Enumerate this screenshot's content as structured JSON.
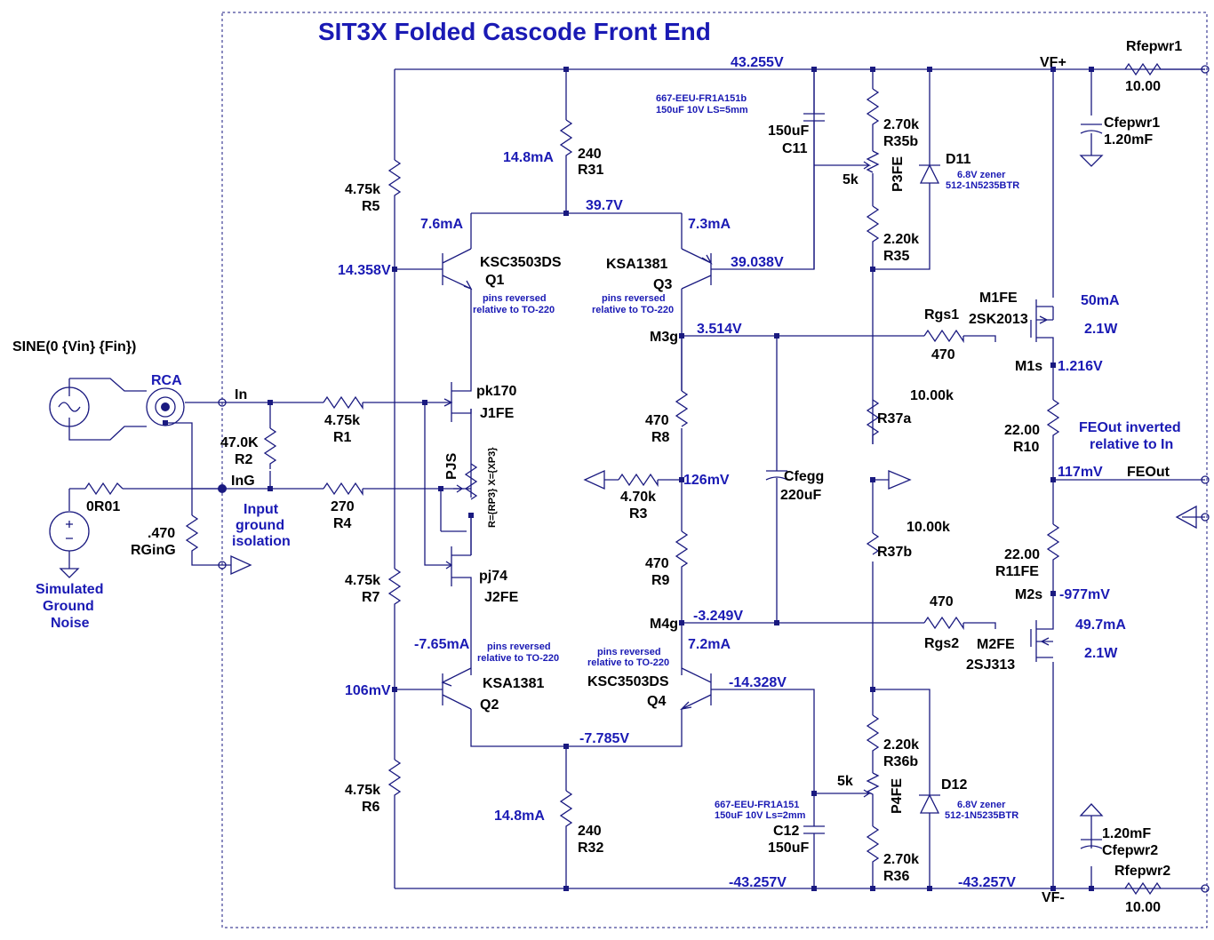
{
  "title": "SIT3X Folded Cascode Front End",
  "source": {
    "spec": "SINE(0 {Vin} {Fin})",
    "rca": "RCA",
    "noise_label": [
      "Simulated",
      "Ground",
      "Noise"
    ]
  },
  "components": {
    "R1": {
      "name": "R1",
      "value": "4.75k"
    },
    "R2": {
      "name": "R2",
      "value": "47.0K"
    },
    "R3": {
      "name": "R3",
      "value": "4.70k"
    },
    "R4": {
      "name": "R4",
      "value": "270"
    },
    "R5": {
      "name": "R5",
      "value": "4.75k"
    },
    "R6": {
      "name": "R6",
      "value": "4.75k"
    },
    "R7": {
      "name": "R7",
      "value": "4.75k"
    },
    "R8": {
      "name": "R8",
      "value": "470"
    },
    "R9": {
      "name": "R9",
      "value": "470"
    },
    "R10": {
      "name": "R10",
      "value": "22.00"
    },
    "R11FE": {
      "name": "R11FE",
      "value": "22.00"
    },
    "R31": {
      "name": "R31",
      "value": "240"
    },
    "R32": {
      "name": "R32",
      "value": "240"
    },
    "R35": {
      "name": "R35",
      "value": "2.20k"
    },
    "R35b": {
      "name": "R35b",
      "value": "2.70k"
    },
    "R36": {
      "name": "R36",
      "value": "2.70k"
    },
    "R36b": {
      "name": "R36b",
      "value": "2.20k"
    },
    "R37a": {
      "name": "R37a",
      "value": "10.00k"
    },
    "R37b": {
      "name": "R37b",
      "value": "10.00k"
    },
    "Rgs1": {
      "name": "Rgs1",
      "value": "470"
    },
    "Rgs2": {
      "name": "Rgs2",
      "value": "470"
    },
    "RGinG": {
      "name": "RGinG",
      "value": ".470"
    },
    "R0R01": {
      "name": "0R01"
    },
    "Rfepwr1": {
      "name": "Rfepwr1",
      "value": "10.00"
    },
    "Rfepwr2": {
      "name": "Rfepwr2",
      "value": "10.00"
    },
    "C11": {
      "name": "C11",
      "value": "150uF",
      "note1": "667-EEU-FR1A151b",
      "note2": "150uF 10V LS=5mm"
    },
    "C12": {
      "name": "C12",
      "value": "150uF",
      "note1": "667-EEU-FR1A151",
      "note2": "150uF 10V Ls=2mm"
    },
    "Cfegg": {
      "name": "Cfegg",
      "value": "220uF"
    },
    "Cfepwr1": {
      "name": "Cfepwr1",
      "value": "1.20mF"
    },
    "Cfepwr2": {
      "name": "Cfepwr2",
      "value": "1.20mF"
    },
    "D11": {
      "name": "D11",
      "note1": "6.8V zener",
      "note2": "512-1N5235BTR"
    },
    "D12": {
      "name": "D12",
      "note1": "6.8V zener",
      "note2": "512-1N5235BTR"
    },
    "P3FE": {
      "name": "P3FE",
      "value": "5k"
    },
    "P4FE": {
      "name": "P4FE",
      "value": "5k"
    },
    "PJS": {
      "name": "PJS",
      "spec": "R={RP3} X={XP3}"
    },
    "Q1": {
      "name": "Q1",
      "part": "KSC3503DS"
    },
    "Q2": {
      "name": "Q2",
      "part": "KSA1381"
    },
    "Q3": {
      "name": "Q3",
      "part": "KSA1381"
    },
    "Q4": {
      "name": "Q4",
      "part": "KSC3503DS"
    },
    "J1FE": {
      "name": "J1FE",
      "part": "pk170"
    },
    "J2FE": {
      "name": "J2FE",
      "part": "pj74"
    },
    "M1FE": {
      "name": "M1FE",
      "part": "2SK2013"
    },
    "M2FE": {
      "name": "M2FE",
      "part": "2SJ313"
    }
  },
  "notes": {
    "pins_reversed": "pins reversed",
    "relative": "relative to TO-220",
    "input_iso": [
      "Input",
      "ground",
      "isolation"
    ],
    "feout_inv": [
      "FEOut inverted",
      "relative to In"
    ]
  },
  "nets": {
    "In": "In",
    "InG": "InG",
    "M3g": "M3g",
    "M4g": "M4g",
    "M1s": "M1s",
    "M2s": "M2s",
    "FEOut": "FEOut",
    "VFp": "VF+",
    "VFm": "VF-"
  },
  "voltages": {
    "top_rail": "43.255V",
    "bot_rail_left": "-43.257V",
    "bot_rail_right": "-43.257V",
    "q1_base": "14.358V",
    "q_top_emit": "39.7V",
    "q3_coll": "39.038V",
    "m3g": "3.514V",
    "mid": "126mV",
    "m4g": "-3.249V",
    "q2_base": "106mV",
    "q4_coll": "-14.328V",
    "q_bot_emit": "-7.785V",
    "m1s": "1.216V",
    "feout": "117mV",
    "m2s": "-977mV"
  },
  "currents": {
    "r31": "14.8mA",
    "q1": "7.6mA",
    "q3": "7.3mA",
    "q2": "-7.65mA",
    "q4": "7.2mA",
    "r32": "14.8mA",
    "m1": "50mA",
    "m1_pwr": "2.1W",
    "m2": "49.7mA",
    "m2_pwr": "2.1W"
  }
}
